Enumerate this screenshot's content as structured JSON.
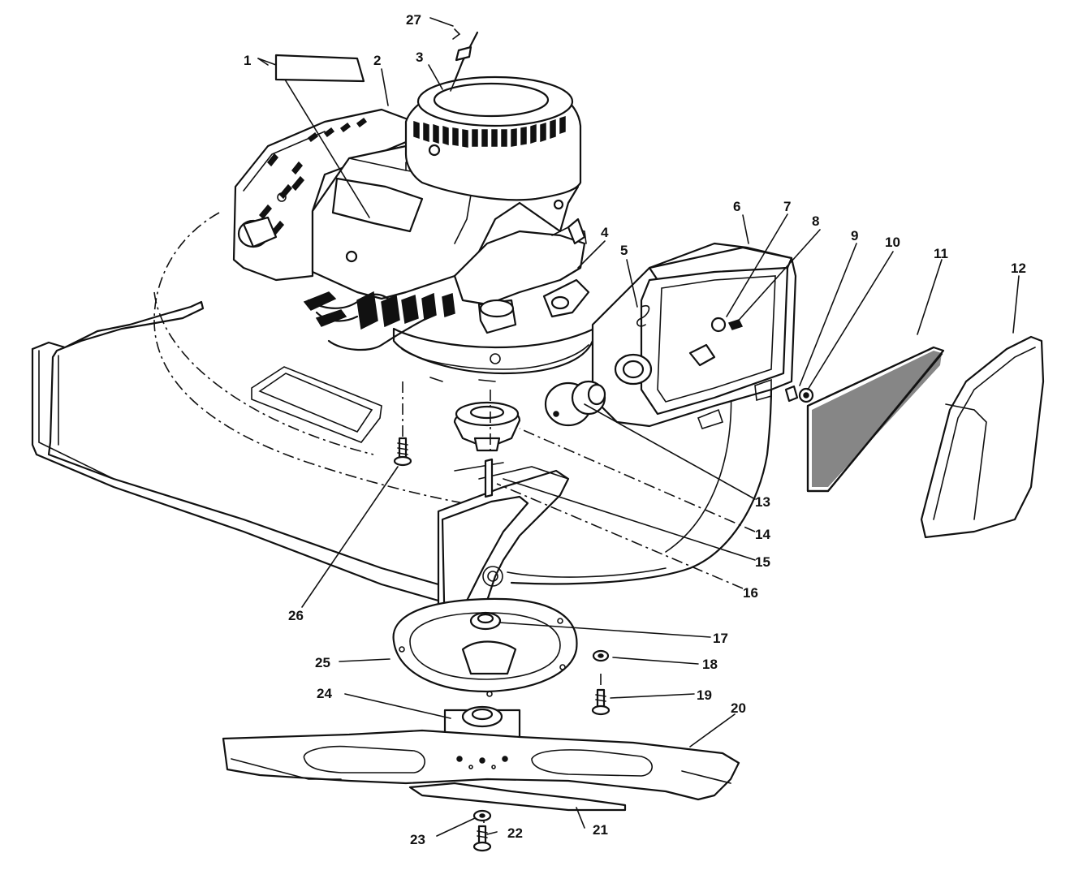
{
  "callouts": [
    {
      "id": "c1",
      "label": "1"
    },
    {
      "id": "c2",
      "label": "2"
    },
    {
      "id": "c3",
      "label": "3"
    },
    {
      "id": "c4",
      "label": "4"
    },
    {
      "id": "c5",
      "label": "5"
    },
    {
      "id": "c6",
      "label": "6"
    },
    {
      "id": "c7",
      "label": "7"
    },
    {
      "id": "c8",
      "label": "8"
    },
    {
      "id": "c9",
      "label": "9"
    },
    {
      "id": "c10",
      "label": "10"
    },
    {
      "id": "c11",
      "label": "11"
    },
    {
      "id": "c12",
      "label": "12"
    },
    {
      "id": "c13",
      "label": "13"
    },
    {
      "id": "c14",
      "label": "14"
    },
    {
      "id": "c15",
      "label": "15"
    },
    {
      "id": "c16",
      "label": "16"
    },
    {
      "id": "c17",
      "label": "17"
    },
    {
      "id": "c18",
      "label": "18"
    },
    {
      "id": "c19",
      "label": "19"
    },
    {
      "id": "c20",
      "label": "20"
    },
    {
      "id": "c21",
      "label": "21"
    },
    {
      "id": "c22",
      "label": "22"
    },
    {
      "id": "c23",
      "label": "23"
    },
    {
      "id": "c24",
      "label": "24"
    },
    {
      "id": "c25",
      "label": "25"
    },
    {
      "id": "c26",
      "label": "26"
    },
    {
      "id": "c27",
      "label": "27"
    }
  ]
}
